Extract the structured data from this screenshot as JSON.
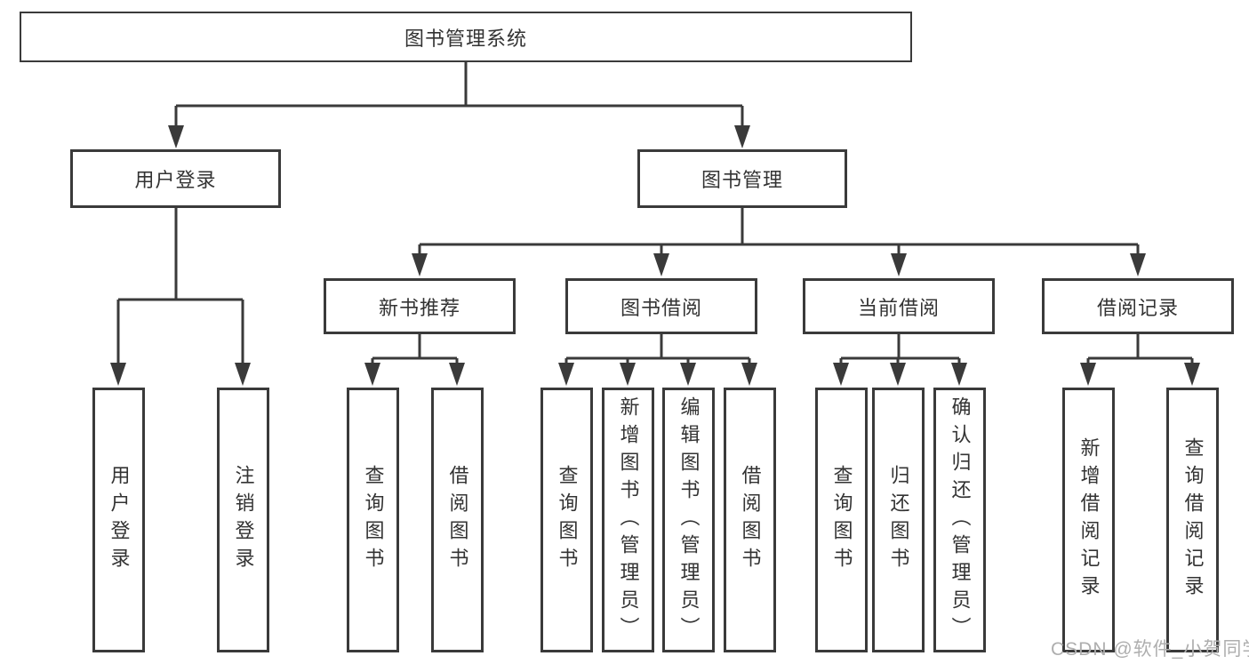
{
  "diagram": {
    "root": {
      "label": "图书管理系统"
    },
    "branches": [
      {
        "label": "用户登录",
        "children": [
          {
            "label": "用户登录"
          },
          {
            "label": "注销登录"
          }
        ]
      },
      {
        "label": "图书管理",
        "children": [
          {
            "label": "新书推荐",
            "children": [
              {
                "label": "查询图书"
              },
              {
                "label": "借阅图书"
              }
            ]
          },
          {
            "label": "图书借阅",
            "children": [
              {
                "label": "查询图书"
              },
              {
                "label": "新增图书（管理员）"
              },
              {
                "label": "编辑图书（管理员）"
              },
              {
                "label": "借阅图书"
              }
            ]
          },
          {
            "label": "当前借阅",
            "children": [
              {
                "label": "查询图书"
              },
              {
                "label": "归还图书"
              },
              {
                "label": "确认归还（管理员）"
              }
            ]
          },
          {
            "label": "借阅记录",
            "children": [
              {
                "label": "新增借阅记录"
              },
              {
                "label": "查询借阅记录"
              }
            ]
          }
        ]
      }
    ]
  },
  "watermark": {
    "text": "CSDN @软件_小贺同学"
  },
  "colors": {
    "line": "#3a3a3a",
    "box_border": "#3a3a3a",
    "text": "#333333",
    "background": "#ffffff",
    "watermark": "#aeaeae"
  }
}
